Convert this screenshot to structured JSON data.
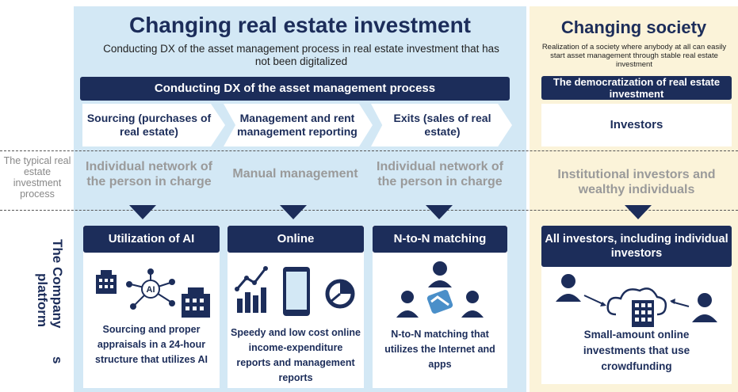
{
  "left": {
    "title": "Changing real estate investment",
    "subtitle": "Conducting DX of the asset management process in real estate investment that has not been digitalized",
    "dx_bar": "Conducting DX of the asset management process",
    "steps": [
      "Sourcing (purchases of real estate)",
      "Management and rent management reporting",
      "Exits (sales of real estate)"
    ]
  },
  "right": {
    "title": "Changing society",
    "subtitle": "Realization of a society where anybody at all can easily start asset management through stable real estate investment",
    "bar": "The democratization of real estate investment",
    "box": "Investors"
  },
  "typical": {
    "label": "The typical real estate investment process",
    "items": [
      "Individual network of the person in charge",
      "Manual management",
      "Individual network of the person in charge",
      "Institutional investors and wealthy individuals"
    ]
  },
  "platform": {
    "label_line1": "The Company",
    "label_line2": "platform",
    "label_suffix": "s",
    "columns": [
      {
        "heading": "Utilization of AI",
        "icon_text": "AI",
        "description": "Sourcing and proper appraisals in a 24-hour structure that utilizes AI"
      },
      {
        "heading": "Online",
        "description": "Speedy and low cost online income-expenditure reports and management reports"
      },
      {
        "heading": "N-to-N matching",
        "description": "N-to-N matching that utilizes the Internet and apps"
      },
      {
        "heading": "All investors, including individual investors",
        "description": "Small-amount online investments that use crowdfunding"
      }
    ]
  },
  "colors": {
    "navy": "#1c2d5a",
    "left_bg": "#d3e8f5",
    "right_bg": "#fbf3d9",
    "grey_text": "#9a9a9a"
  }
}
